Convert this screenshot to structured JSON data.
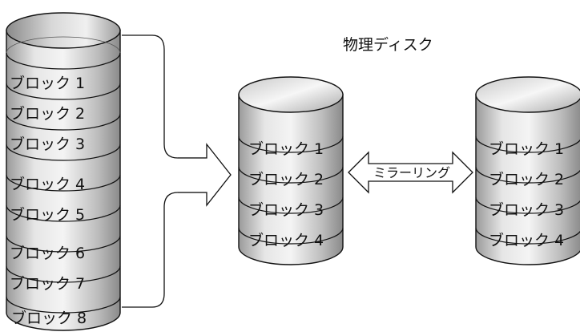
{
  "title": "物理ディスク",
  "mirroring_label": "ミラーリング",
  "left_disk": {
    "blocks": [
      "ブロック 1",
      "ブロック 2",
      "ブロック 3",
      "ブロック 4",
      "ブロック 5",
      "ブロック 6",
      "ブロック 7",
      "ブロック 8"
    ]
  },
  "middle_disk": {
    "blocks": [
      "ブロック 1",
      "ブロック 2",
      "ブロック 3",
      "ブロック 4"
    ]
  },
  "right_disk": {
    "blocks": [
      "ブロック 1",
      "ブロック 2",
      "ブロック 3",
      "ブロック 4"
    ]
  },
  "colors": {
    "stroke": "#111111",
    "body_light": "#f2f2f2",
    "body_dark": "#8c8c8c"
  }
}
